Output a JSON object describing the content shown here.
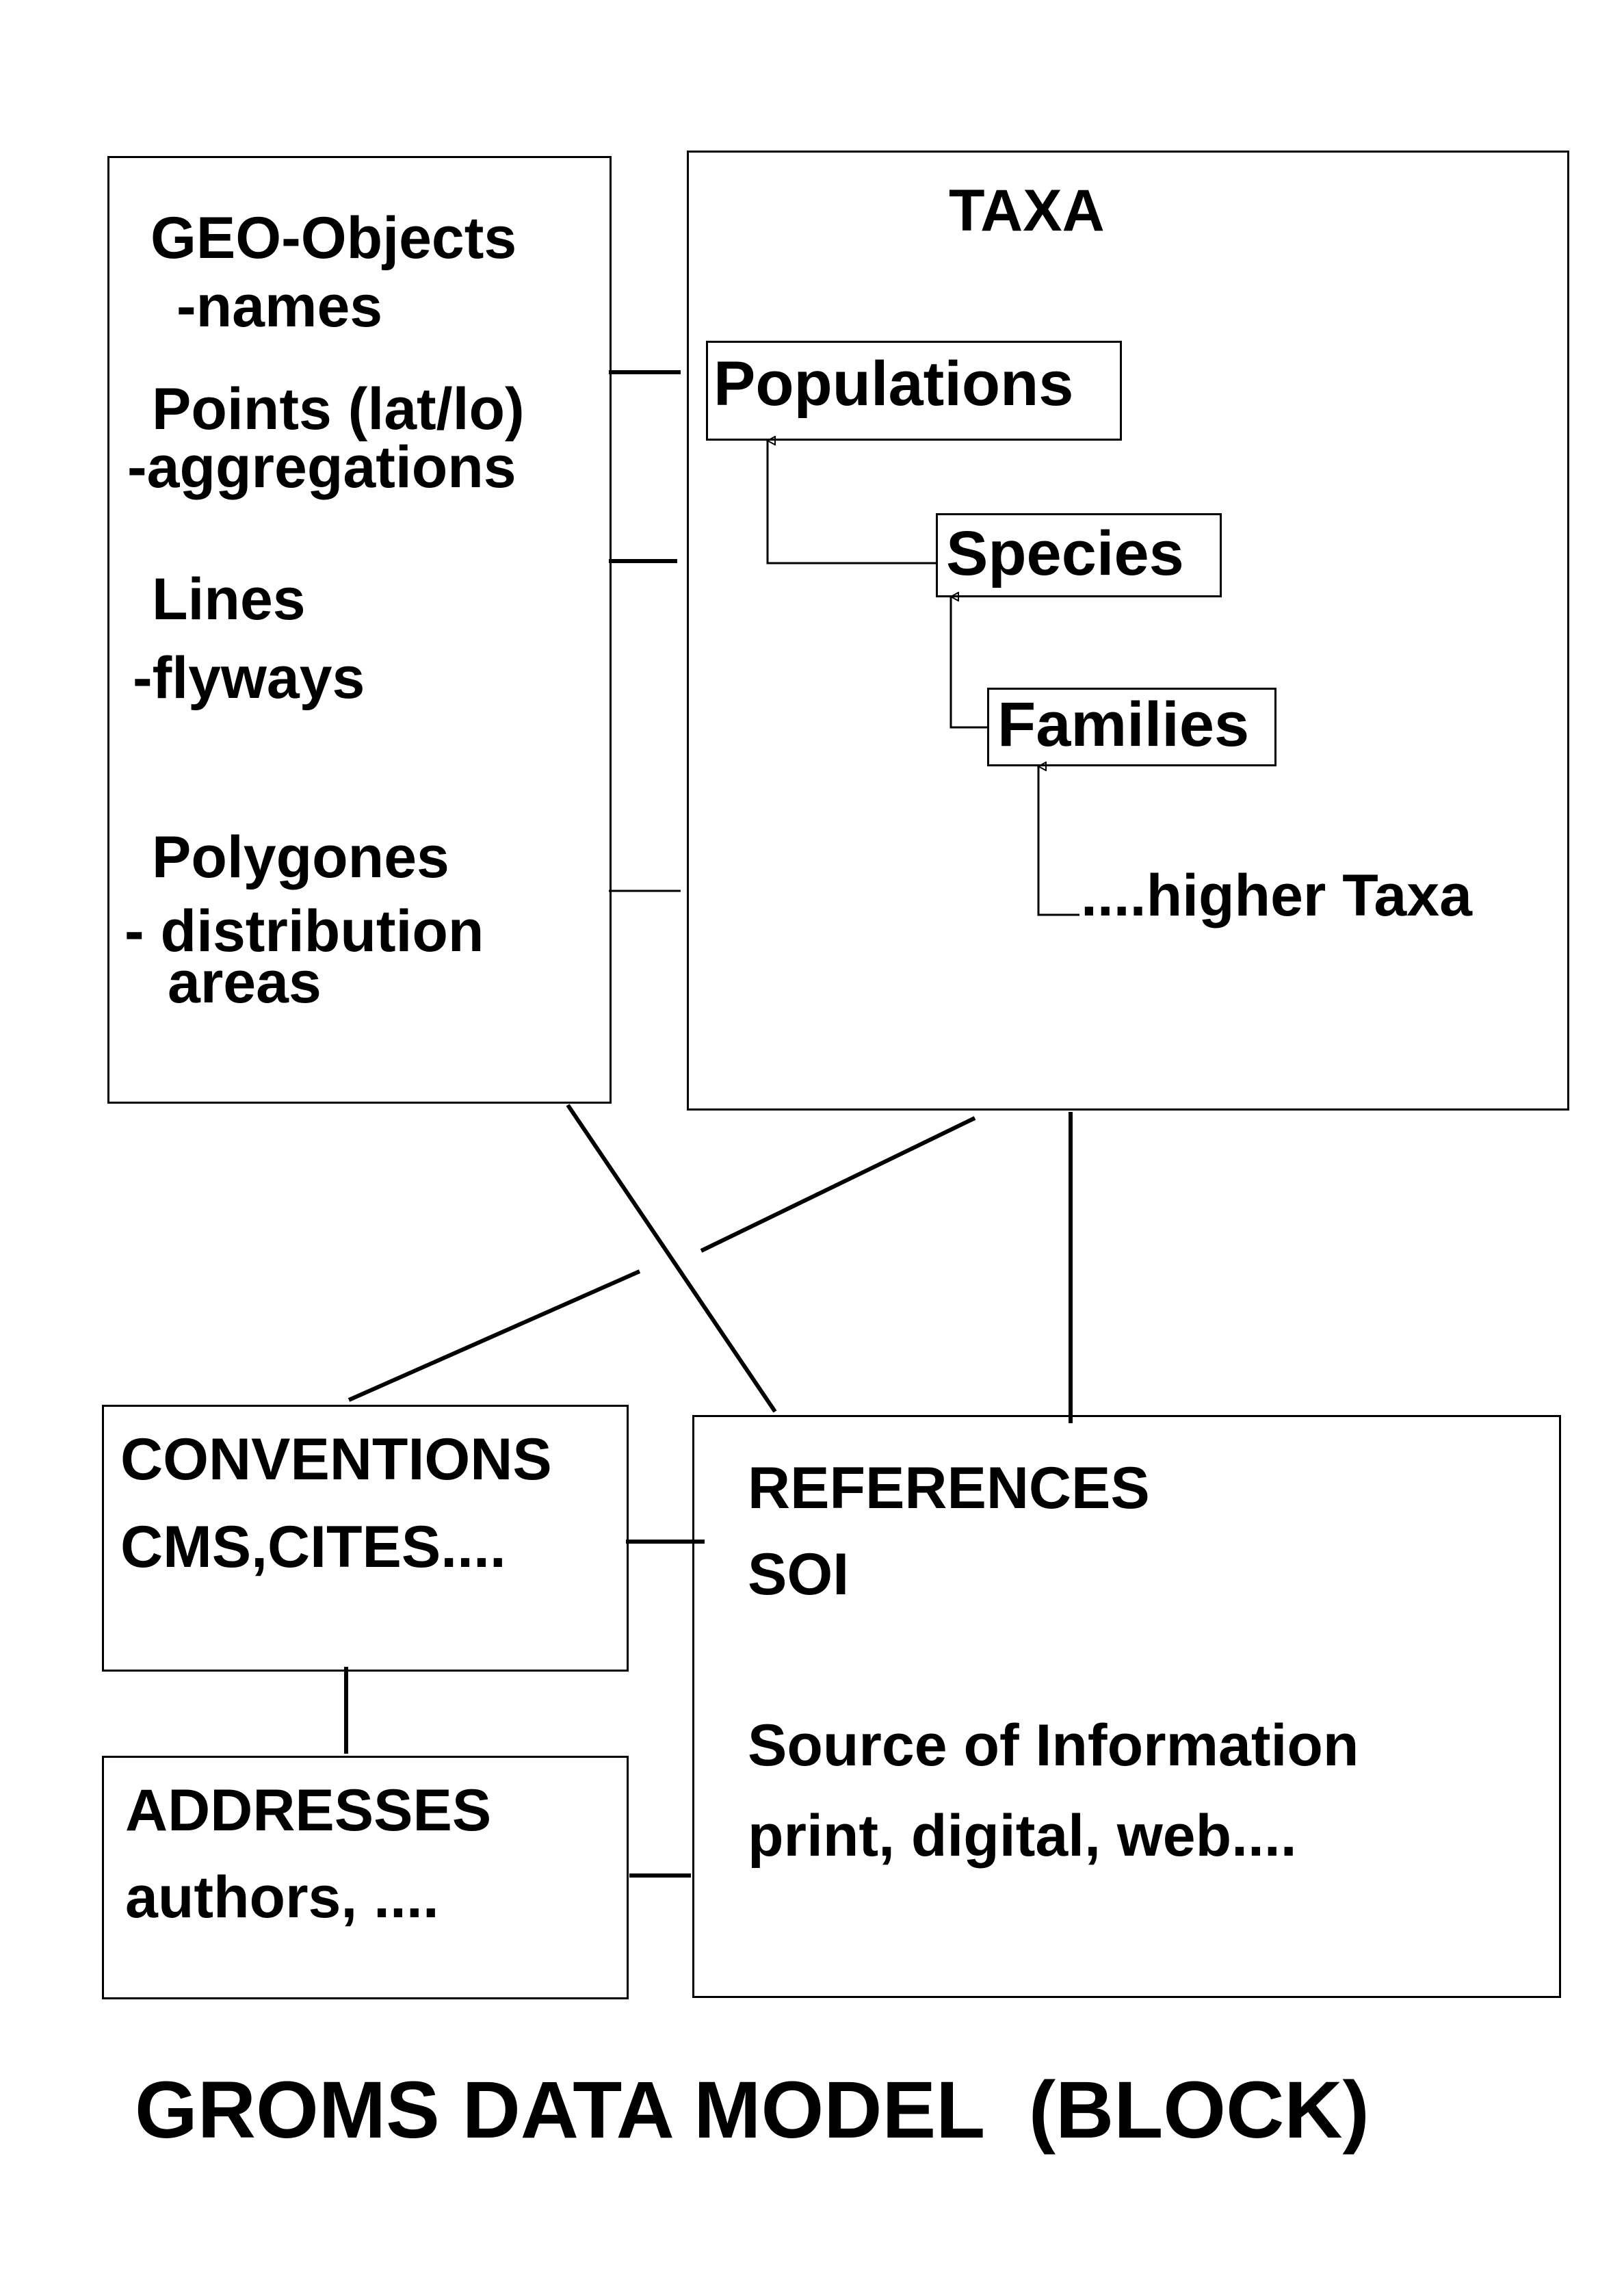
{
  "title": "GROMS DATA MODEL  (BLOCK)",
  "geo": {
    "heading": "GEO-Objects",
    "names": "-names",
    "points": "Points (lat/lo)",
    "aggregations": "-aggregations",
    "lines": "Lines",
    "flyways": "-flyways",
    "polygones": "Polygones",
    "distribution": "- distribution",
    "areas": "areas"
  },
  "taxa": {
    "heading": "TAXA",
    "populations": "Populations",
    "species": "Species",
    "families": "Families",
    "higher": "....higher Taxa"
  },
  "conventions": {
    "line1": "CONVENTIONS",
    "line2": "CMS,CITES...."
  },
  "references": {
    "line1": "REFERENCES",
    "line2": "SOI",
    "line3": "Source of Information",
    "line4": "print, digital, web...."
  },
  "addresses": {
    "line1": "ADDRESSES",
    "line2": "authors, ...."
  }
}
